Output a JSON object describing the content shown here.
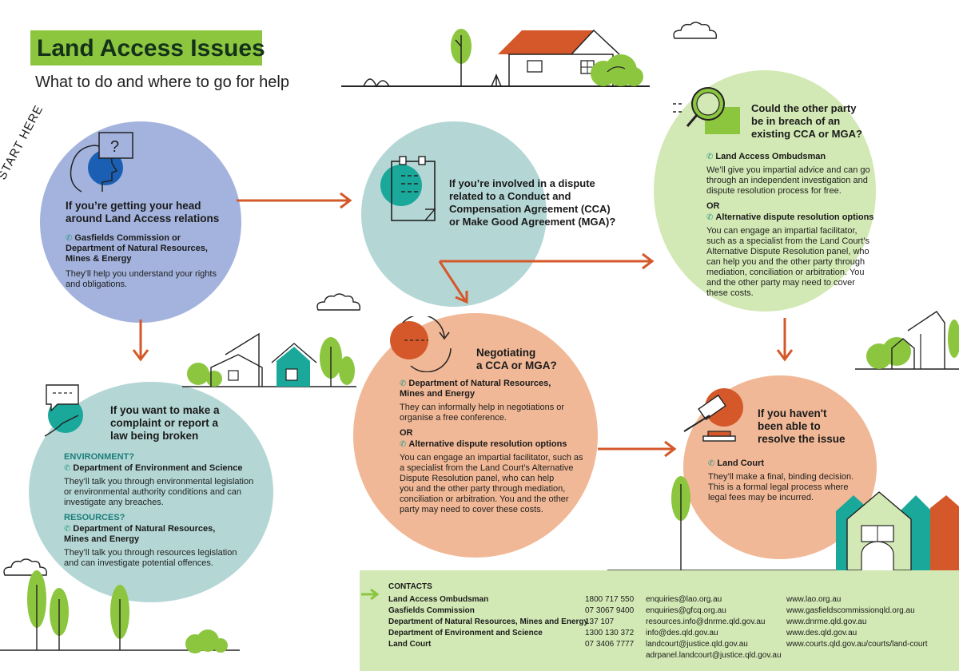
{
  "header": {
    "title": "Land Access Issues",
    "subtitle": "What to do and where to go for help",
    "start_label": "START HERE"
  },
  "colors": {
    "brand_green": "#8cc63f",
    "arrow_orange": "#d4582a",
    "blue_circle": "#a3b3dd",
    "teal_circle": "#b4d7d5",
    "green_circle": "#d3e9b5",
    "orange_circle": "#f0b896",
    "teal_icon": "#1aa89a",
    "accent_orange": "#d4582a"
  },
  "nodes": {
    "getting_head": {
      "heading": [
        "If you’re getting your head",
        "around Land Access relations"
      ],
      "org": [
        "Gasfields Commission or",
        "Department of Natural Resources,",
        "Mines & Energy"
      ],
      "body": [
        "They’ll help you understand your rights",
        "and obligations."
      ]
    },
    "dispute": {
      "heading": [
        "If you’re involved in a dispute",
        "related to a Conduct and",
        "Compensation Agreement (CCA)",
        "or Make Good Agreement (MGA)?"
      ]
    },
    "breach": {
      "heading": [
        "Could the other party",
        "be in breach of an",
        "existing CCA or MGA?"
      ],
      "org1": "Land Access Ombudsman",
      "body1": [
        "We’ll give you impartial advice and can go",
        "through an independent investigation and",
        "dispute resolution process for free."
      ],
      "or": "OR",
      "org2": "Alternative dispute resolution options",
      "body2": [
        "You can engage an impartial facilitator,",
        "such as a specialist from the Land Court’s",
        "Alternative Dispute Resolution panel, who",
        "can help you and the other party through",
        "mediation, conciliation or arbitration. You",
        "and the other party may need to cover",
        "these costs."
      ]
    },
    "complaint": {
      "heading": [
        "If you want to make a",
        "complaint or report a",
        "law being broken"
      ],
      "env_label": "ENVIRONMENT?",
      "env_org": "Department of Environment and Science",
      "env_body": [
        "They’ll talk you through environmental legislation",
        "or environmental authority conditions and can",
        "investigate any breaches."
      ],
      "res_label": "RESOURCES?",
      "res_org": [
        "Department of Natural Resources,",
        "Mines and Energy"
      ],
      "res_body": [
        "They’ll talk you through resources legislation",
        "and can investigate potential offences."
      ]
    },
    "negotiating": {
      "heading": [
        "Negotiating",
        "a CCA or MGA?"
      ],
      "org1": [
        "Department of Natural Resources,",
        "Mines and Energy"
      ],
      "body1": [
        "They can informally help in negotiations or",
        "organise a free conference."
      ],
      "or": "OR",
      "org2": "Alternative dispute resolution options",
      "body2": [
        "You can engage an impartial facilitator, such as",
        "a specialist from the Land Court’s Alternative",
        "Dispute Resolution panel, who can help",
        "you and the other party through mediation,",
        "conciliation or arbitration. You and the other",
        "party may need to cover these costs."
      ]
    },
    "unresolved": {
      "heading": [
        "If you haven't",
        "been able to",
        "resolve the issue"
      ],
      "org": "Land Court",
      "body": [
        "They’ll make a final, binding decision.",
        "This is a formal legal process where",
        "legal fees may be incurred."
      ]
    }
  },
  "contacts": {
    "title": "CONTACTS",
    "rows": [
      {
        "name": "Land Access Ombudsman",
        "phone": "1800 717 550",
        "email": "enquiries@lao.org.au",
        "web": "www.lao.org.au"
      },
      {
        "name": "Gasfields Commission",
        "phone": "07 3067 9400",
        "email": "enquiries@gfcq.org.au",
        "web": "www.gasfieldscommissionqld.org.au"
      },
      {
        "name": "Department of Natural Resources, Mines and Energy",
        "phone": "137 107",
        "email": "resources.info@dnrme.qld.gov.au",
        "web": "www.dnrme.qld.gov.au"
      },
      {
        "name": "Department of Environment and Science",
        "phone": "1300 130 372",
        "email": "info@des.qld.gov.au",
        "web": "www.des.qld.gov.au"
      },
      {
        "name": "Land Court",
        "phone": "07 3406 7777",
        "email": "landcourt@justice.qld.gov.au",
        "web": "www.courts.qld.gov.au/courts/land-court"
      }
    ],
    "extra_email": "adrpanel.landcourt@justice.qld.gov.au"
  }
}
